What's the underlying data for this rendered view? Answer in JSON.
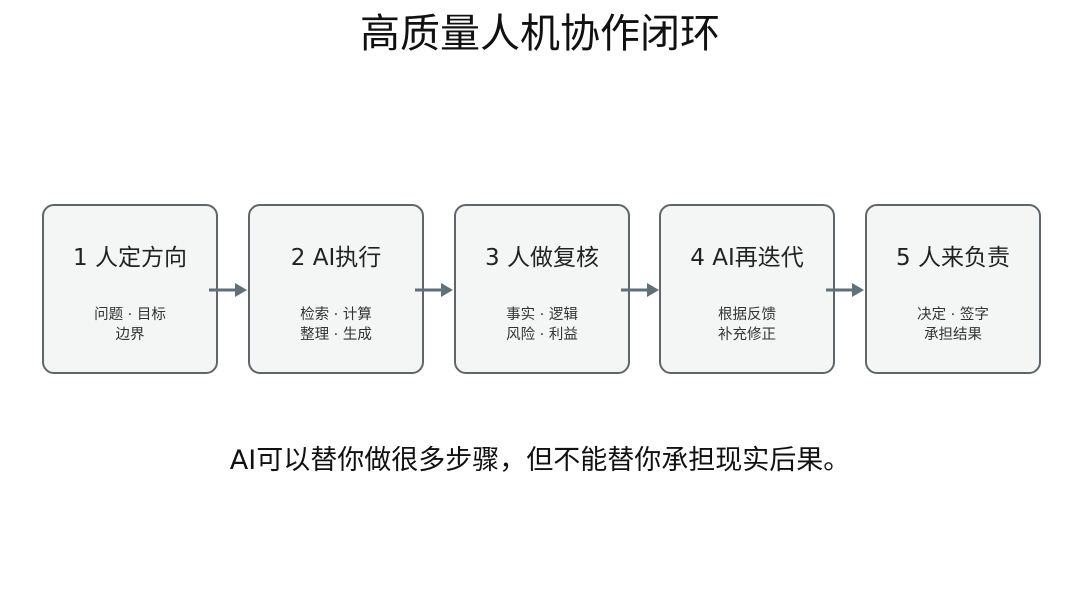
{
  "title": "高质量人机协作闭环",
  "steps": [
    {
      "title": "1 人定方向",
      "detail_1": "问题 · 目标",
      "detail_2": "边界"
    },
    {
      "title": "2 AI执行",
      "detail_1": "检索 · 计算",
      "detail_2": "整理 · 生成"
    },
    {
      "title": "3 人做复核",
      "detail_1": "事实 · 逻辑",
      "detail_2": "风险 · 利益"
    },
    {
      "title": "4 AI再迭代",
      "detail_1": "根据反馈",
      "detail_2": "补充修正"
    },
    {
      "title": "5 人来负责",
      "detail_1": "决定 · 签字",
      "detail_2": "承担结果"
    }
  ],
  "caption": "AI可以替你做很多步骤，但不能替你承担现实后果。",
  "colors": {
    "box_border": "#5f666b",
    "box_fill": "#f4f5f5",
    "arrow": "#5f7079",
    "text": "#111111"
  }
}
